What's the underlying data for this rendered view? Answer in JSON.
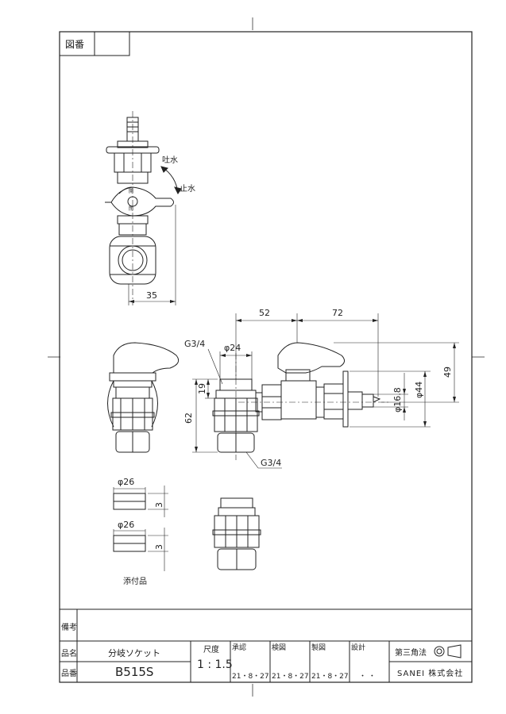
{
  "header": {
    "drawing_no_label": "図番"
  },
  "dimensions": {
    "d35": "35",
    "d52": "52",
    "d72": "72",
    "d49": "49",
    "d62": "62",
    "d19": "19",
    "phi24": "φ24",
    "phi44": "φ44",
    "phi16_8": "φ16.8",
    "g34_top": "G3/4",
    "g34_bottom": "G3/4",
    "phi26_a": "φ26",
    "phi26_b": "φ26",
    "d3_a": "3",
    "d3_b": "3"
  },
  "annotations": {
    "spout": "吐水",
    "stop": "止水",
    "accessories": "添付品"
  },
  "title_block": {
    "remarks_label": "備考",
    "name_label": "品名",
    "name_value": "分岐ソケット",
    "number_label": "品番",
    "number_value": "B515S",
    "scale_label": "尺度",
    "scale_value": "1 : 1.5",
    "approved_label": "承認",
    "approved_date": "21・8・27",
    "checked_label": "検図",
    "checked_date": "21・8・27",
    "drawn_label": "製図",
    "drawn_date": "21・8・27",
    "design_label": "設計",
    "design_date": "・ ・",
    "projection_label": "第三角法",
    "company": "SANEI 株式会社"
  }
}
